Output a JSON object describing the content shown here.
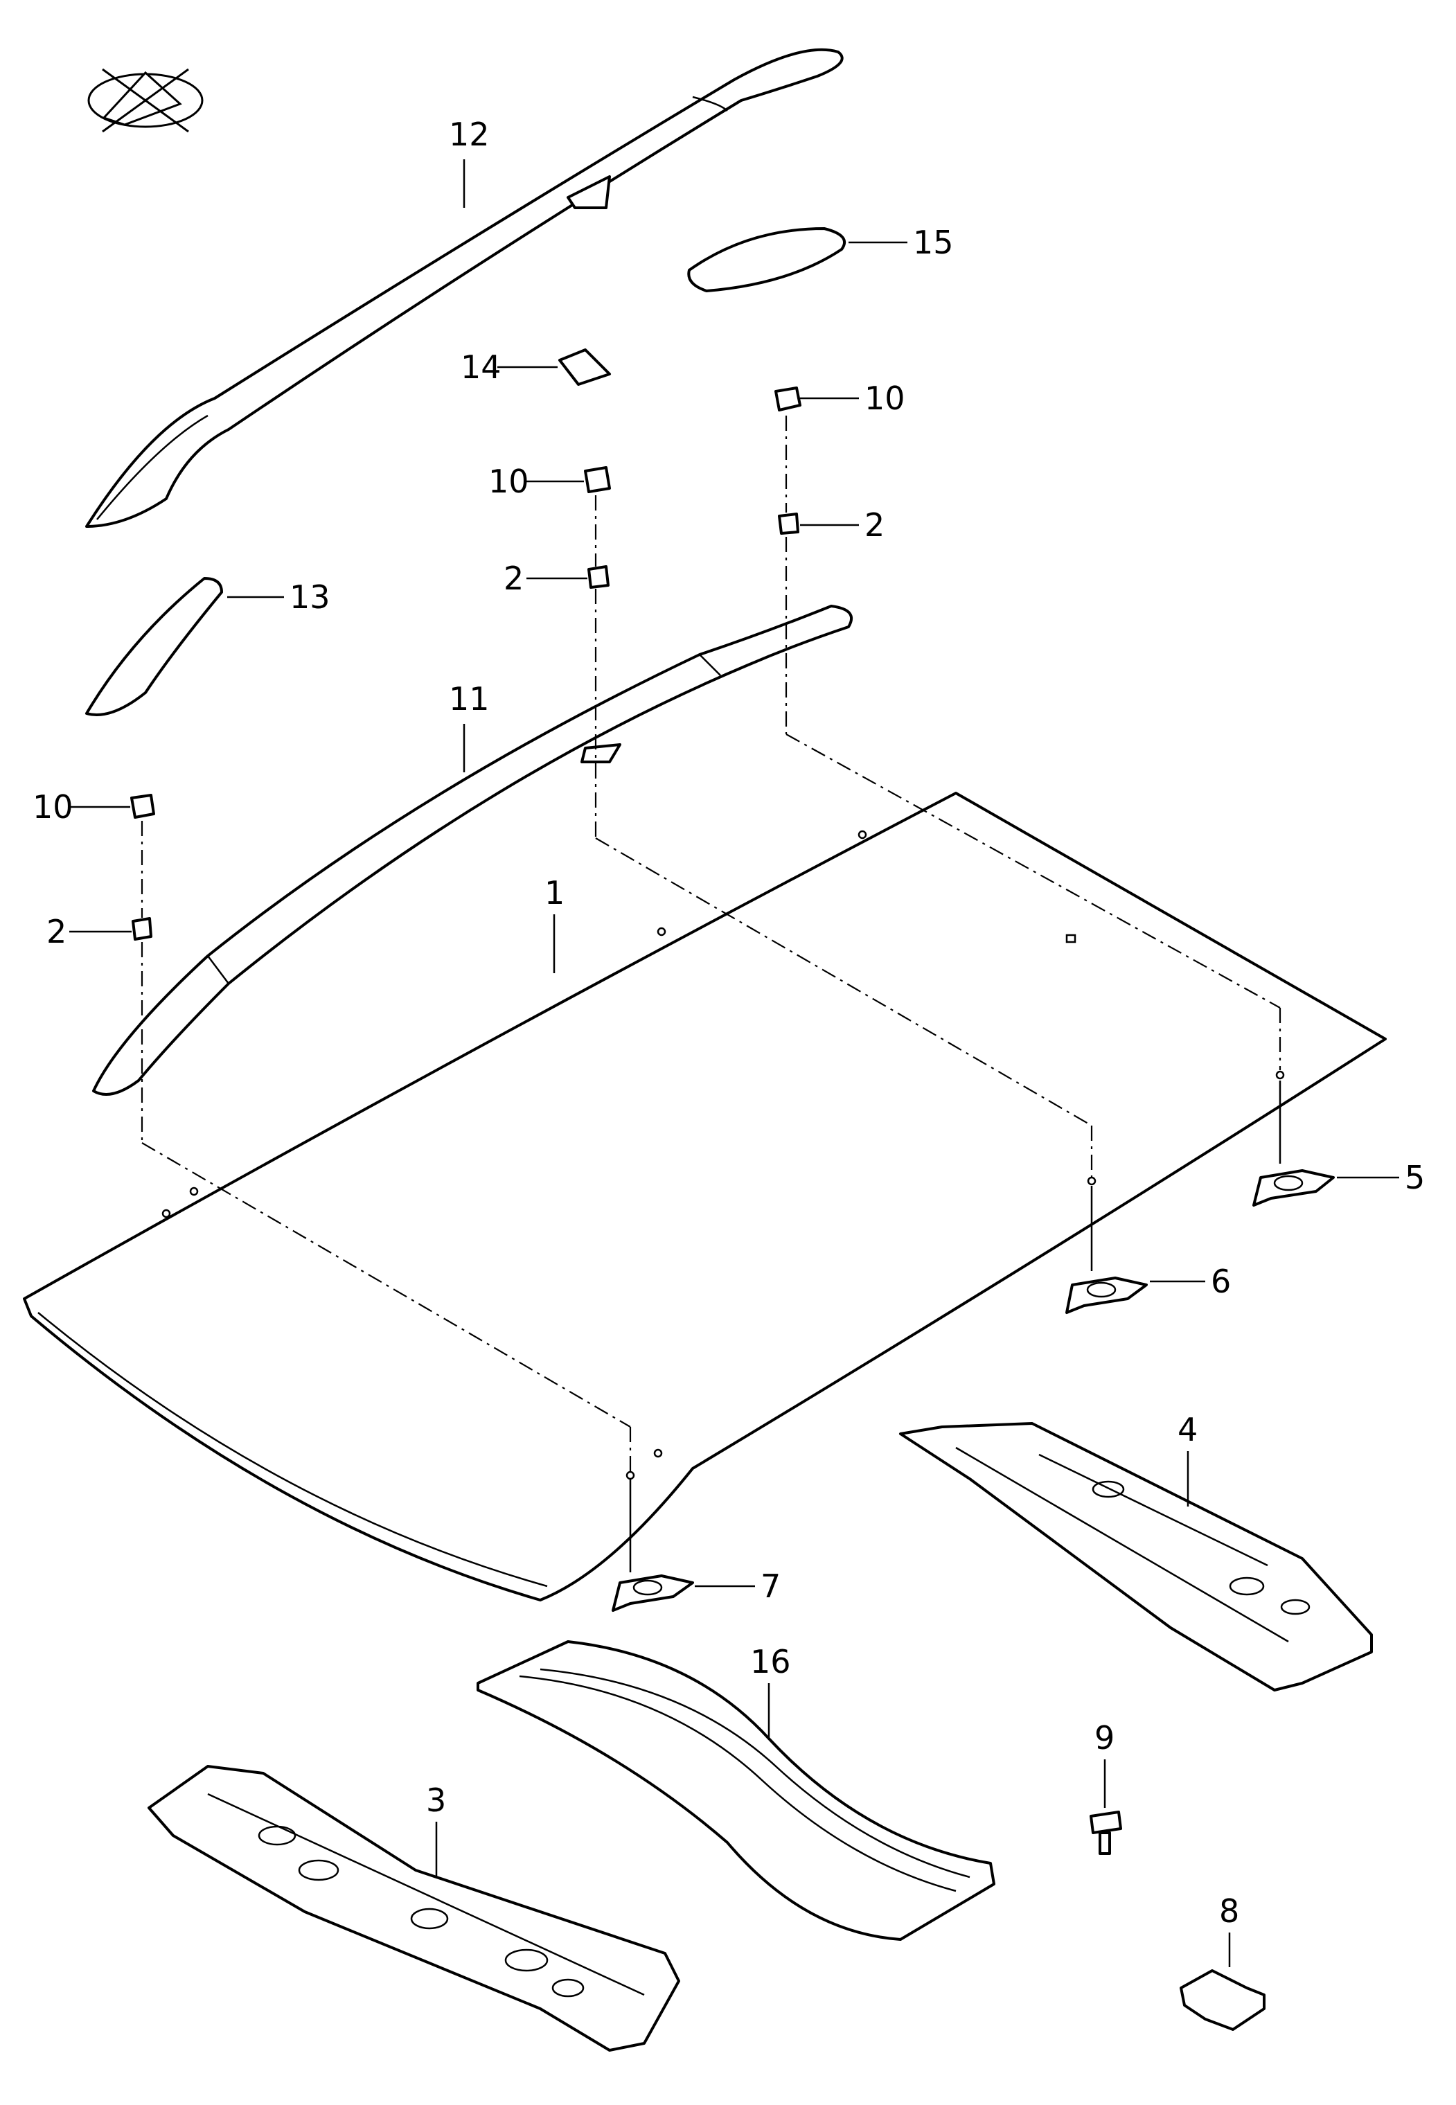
{
  "diagram": {
    "callouts": {
      "c1": "1",
      "c2a": "2",
      "c2b": "2",
      "c2c": "2",
      "c3": "3",
      "c4": "4",
      "c5": "5",
      "c6": "6",
      "c7": "7",
      "c8": "8",
      "c9": "9",
      "c10a": "10",
      "c10b": "10",
      "c10c": "10",
      "c11": "11",
      "c12": "12",
      "c13": "13",
      "c14": "14",
      "c15": "15",
      "c16": "16"
    },
    "colors": {
      "line": "#000000",
      "background": "#ffffff"
    }
  }
}
